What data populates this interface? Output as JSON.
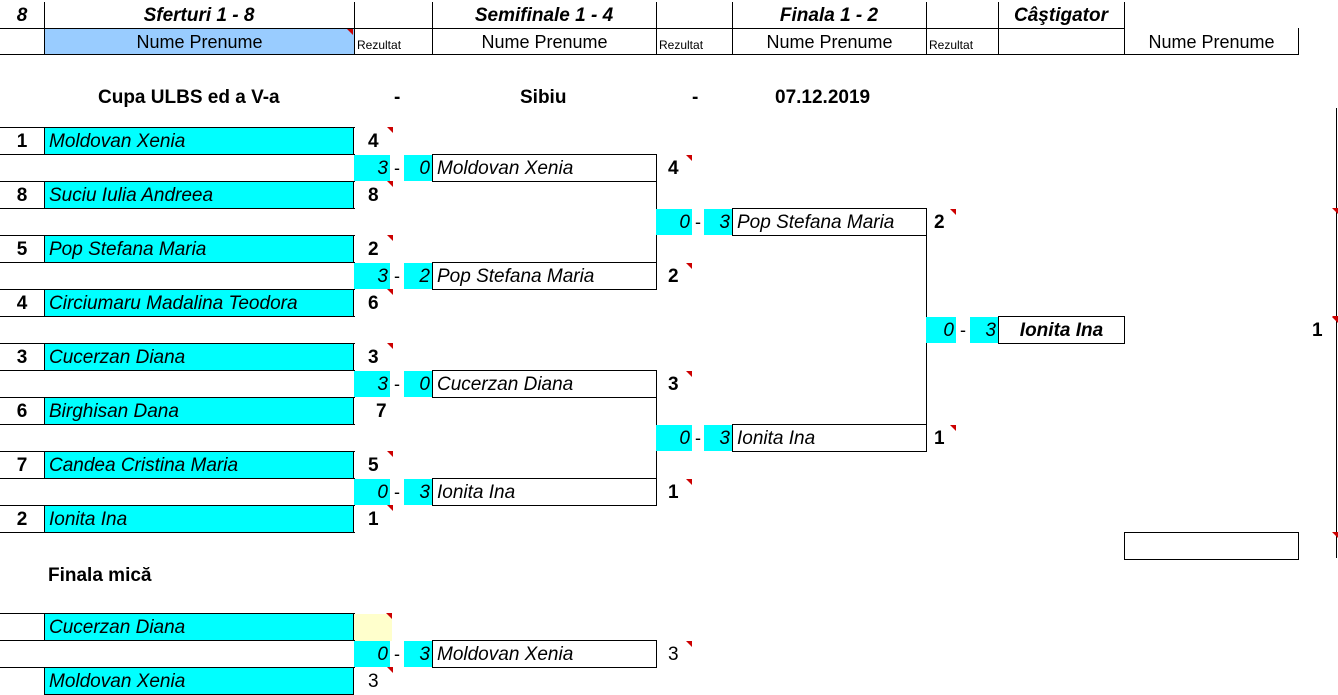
{
  "header": {
    "count": "8",
    "sferturi": "Sferturi 1 - 8",
    "semifinale": "Semifinale 1 - 4",
    "finala": "Finala 1 - 2",
    "castigator": "Câştigator",
    "nume_prenume": "Nume Prenume",
    "rezultat": "Rezultat"
  },
  "event": {
    "name": "Cupa ULBS ed a V-a",
    "sep1": "-",
    "city": "Sibiu",
    "sep2": "-",
    "date": "07.12.2019"
  },
  "quarterfinals": [
    {
      "seed": "1",
      "name": "Moldovan Xenia",
      "result": "4"
    },
    {
      "seed": "8",
      "name": "Suciu Iulia Andreea",
      "result": "8"
    },
    {
      "seed": "5",
      "name": "Pop Stefana Maria",
      "result": "2"
    },
    {
      "seed": "4",
      "name": "Circiumaru  Madalina Teodora",
      "result": "6"
    },
    {
      "seed": "3",
      "name": "Cucerzan Diana",
      "result": "3"
    },
    {
      "seed": "6",
      "name": "Birghisan Dana",
      "result": "7"
    },
    {
      "seed": "7",
      "name": "Candea Cristina Maria",
      "result": "5"
    },
    {
      "seed": "2",
      "name": "Ionita Ina",
      "result": "1"
    }
  ],
  "semifinals": [
    {
      "score_a": "3",
      "dash": "-",
      "score_b": "0",
      "name": "Moldovan Xenia",
      "result": "4"
    },
    {
      "score_a": "3",
      "dash": "-",
      "score_b": "2",
      "name": "Pop Stefana Maria",
      "result": "2"
    },
    {
      "score_a": "3",
      "dash": "-",
      "score_b": "0",
      "name": "Cucerzan Diana",
      "result": "3"
    },
    {
      "score_a": "0",
      "dash": "-",
      "score_b": "3",
      "name": "Ionita Ina",
      "result": "1"
    }
  ],
  "finals": [
    {
      "score_a": "0",
      "dash": "-",
      "score_b": "3",
      "name": "Pop Stefana Maria",
      "result": "2"
    },
    {
      "score_a": "0",
      "dash": "-",
      "score_b": "3",
      "name": "Ionita Ina",
      "result": "1"
    }
  ],
  "winner": {
    "score_a": "0",
    "dash": "-",
    "score_b": "3",
    "name": "Ionita Ina",
    "result": "1"
  },
  "small_final": {
    "title": "Finala mică",
    "player_a": "Cucerzan Diana",
    "player_b": "Moldovan Xenia",
    "player_b_result": "3",
    "score_a": "0",
    "dash": "-",
    "score_b": "3",
    "winner_name": "Moldovan Xenia",
    "winner_result": "3"
  },
  "colors": {
    "cell_fill": "#00ffff",
    "header_selected": "#99ccff",
    "comment_marker": "#cc0000",
    "empty_result": "#ffffcc"
  }
}
